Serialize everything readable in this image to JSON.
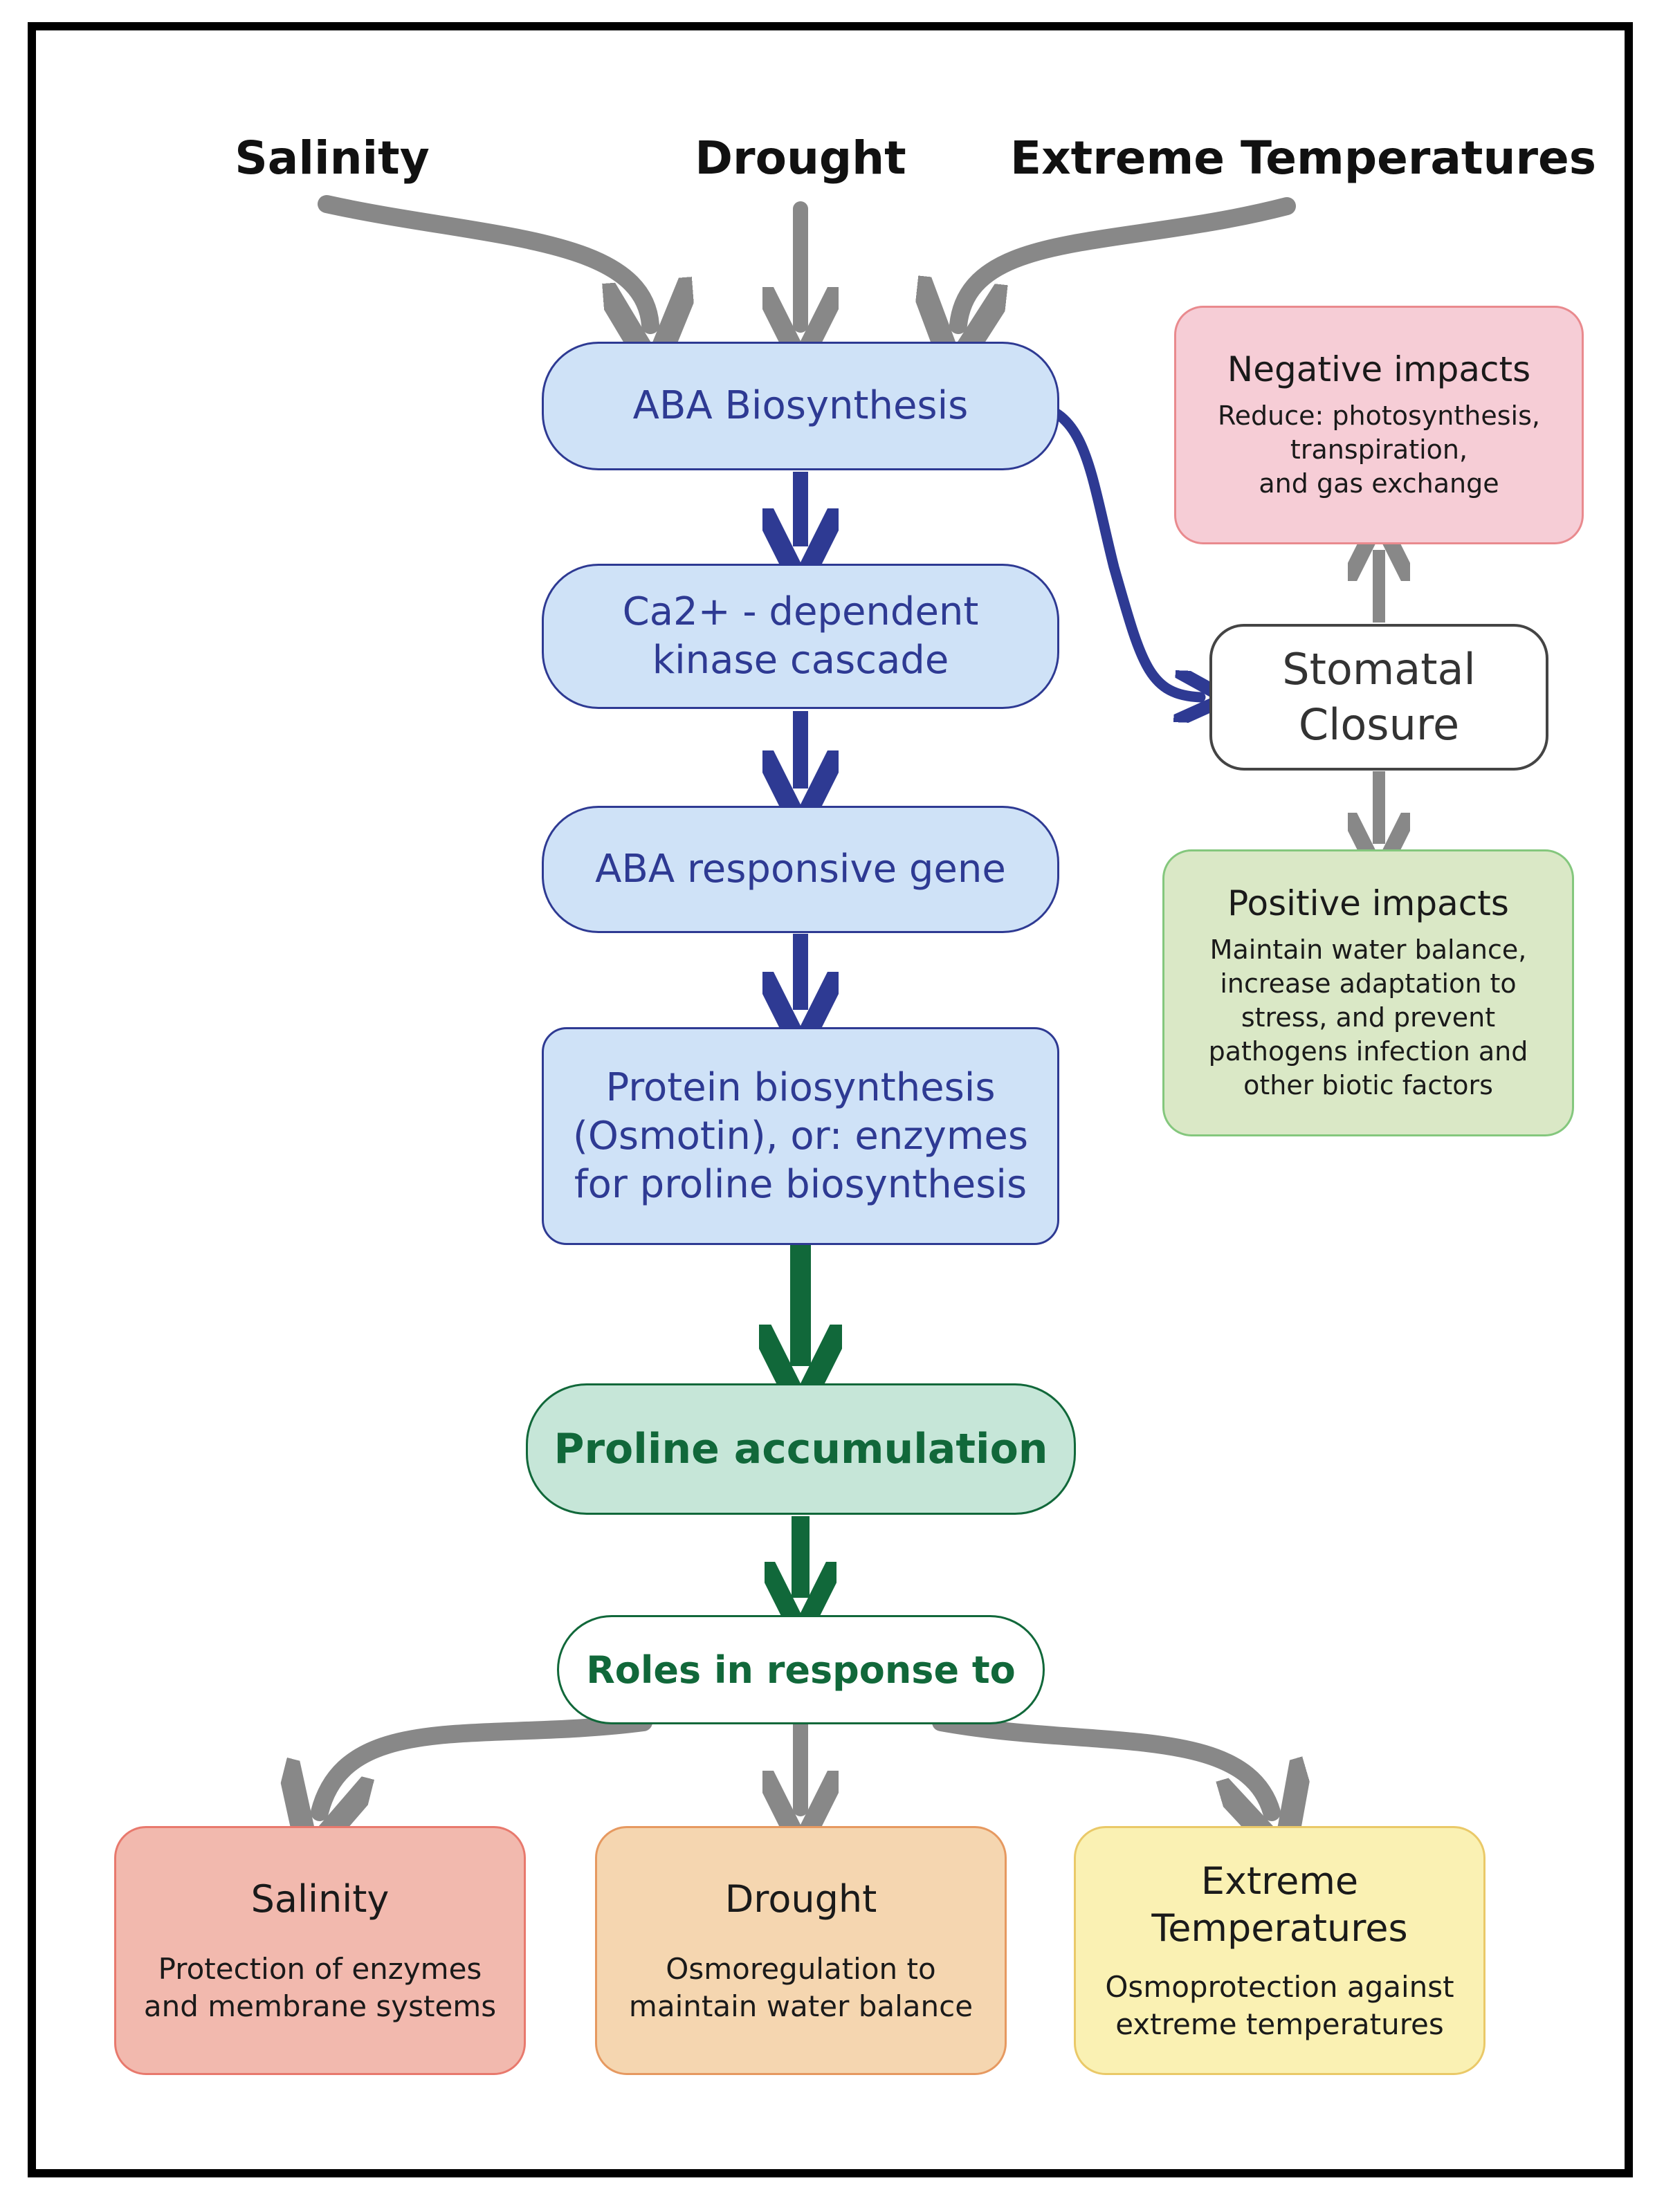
{
  "colors": {
    "gray_arrow": "#888888",
    "blue_arrow": "#2e3a93",
    "green_arrow": "#11683a"
  },
  "stressors": {
    "salinity": "Salinity",
    "drought": "Drought",
    "extreme": "Extreme Temperatures"
  },
  "pathway": {
    "aba_biosynthesis": "ABA Biosynthesis",
    "kinase_line1": "Ca2+ - dependent",
    "kinase_line2": "kinase cascade",
    "aba_gene": "ABA responsive gene",
    "protein_line1": "Protein biosynthesis",
    "protein_line2": "(Osmotin), or: enzymes",
    "protein_line3": "for proline biosynthesis",
    "proline": "Proline accumulation",
    "roles": "Roles in response to"
  },
  "stomata": {
    "line1": "Stomatal",
    "line2": "Closure",
    "negative": {
      "title": "Negative impacts",
      "lines": [
        "Reduce: photosynthesis,",
        "transpiration,",
        "and gas exchange"
      ]
    },
    "positive": {
      "title": "Positive impacts",
      "lines": [
        "Maintain water balance,",
        "increase adaptation to",
        "stress, and prevent",
        "pathogens infection and",
        "other biotic factors"
      ]
    }
  },
  "outcomes": {
    "salinity": {
      "title": "Salinity",
      "lines": [
        "Protection of enzymes",
        "and membrane systems"
      ]
    },
    "drought": {
      "title": "Drought",
      "lines": [
        "Osmoregulation to",
        "maintain water balance"
      ]
    },
    "extreme": {
      "title_line1": "Extreme",
      "title_line2": "Temperatures",
      "lines": [
        "Osmoprotection against",
        "extreme temperatures"
      ]
    }
  }
}
